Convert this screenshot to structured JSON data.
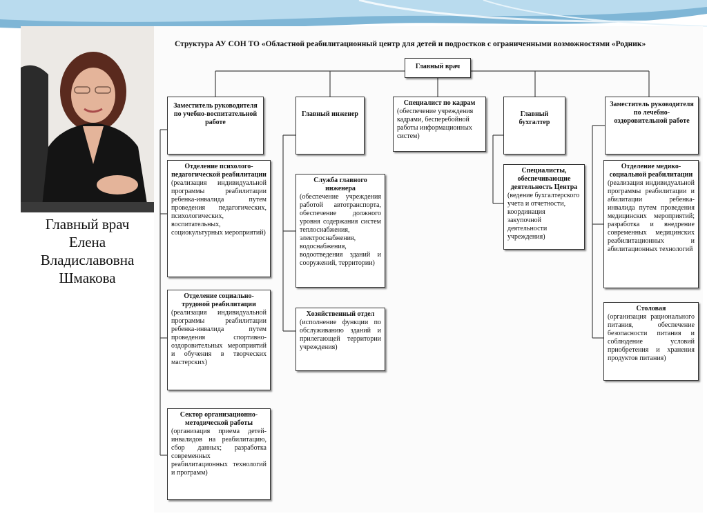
{
  "caption": {
    "line1": "Главный врач",
    "line2": "Елена",
    "line3": "Владиславовна",
    "line4": "Шмакова"
  },
  "chart": {
    "title": "Структура АУ СОН ТО «Областной реабилитационный центр для детей и подростков с ограниченными возможностями «Родник»",
    "top": "Главный врач",
    "heads": [
      {
        "title": "Заместитель руководителя по учебно-воспитательной работе"
      },
      {
        "title": "Главный инженер"
      },
      {
        "title": "Специалист по кадрам",
        "desc": "(обеспечение учреждения кадрами, бесперебойной работы информационных систем)"
      },
      {
        "title": "Главный бухгалтер"
      },
      {
        "title": "Заместитель руководителя по лечебно-оздоровительной работе"
      }
    ],
    "col1": [
      {
        "title": "Отделение психолого-педагогической реабилитации",
        "desc": "(реализация индивидуальной программы реабилитации ребенка-инвалида путем проведения педагогических, психологических, воспитательных, социокультурных мероприятий)"
      },
      {
        "title": "Отделение социально-трудовой реабилитации",
        "desc": "(реализация индивидуальной программы реабилитации ребенка-инвалида путем проведения спортивно-оздоровительных мероприятий и обучения в творческих мастерских)"
      },
      {
        "title": "Сектор организационно-методической работы",
        "desc": "(организация приема детей-инвалидов на реабилитацию, сбор данных; разработка современных реабилитационных технологий и программ)"
      }
    ],
    "col2": [
      {
        "title": "Служба главного инженера",
        "desc": "(обеспечение учреждения работой автотранспорта, обеспечение должного уровня содержания систем теплоснабжения, электроснабжения, водоснабжения, водоотведения зданий и сооружений, территории)"
      },
      {
        "title": "Хозяйственный отдел",
        "desc": "(исполнение функции по обслуживанию зданий и прилегающей территории учреждения)"
      }
    ],
    "col4": [
      {
        "title": "Специалисты, обеспечивающие деятельность Центра",
        "desc": "(ведение бухгалтерского учета и отчетности, координация закупочной деятельности учреждения)"
      }
    ],
    "col5": [
      {
        "title": "Отделение медико-социальной реабилитации",
        "desc": "(реализация индивидуальной программы реабилитации и абилитации ребенка-инвалида путем проведения медицинских мероприятий; разработка и внедрение современных медицинских реабилитационных и абилитационных технологий"
      },
      {
        "title": "Столовая",
        "desc": "(организация рационального питания, обеспечение безопасности питания и соблюдение условий приобретения и хранения продуктов питания)"
      }
    ]
  }
}
